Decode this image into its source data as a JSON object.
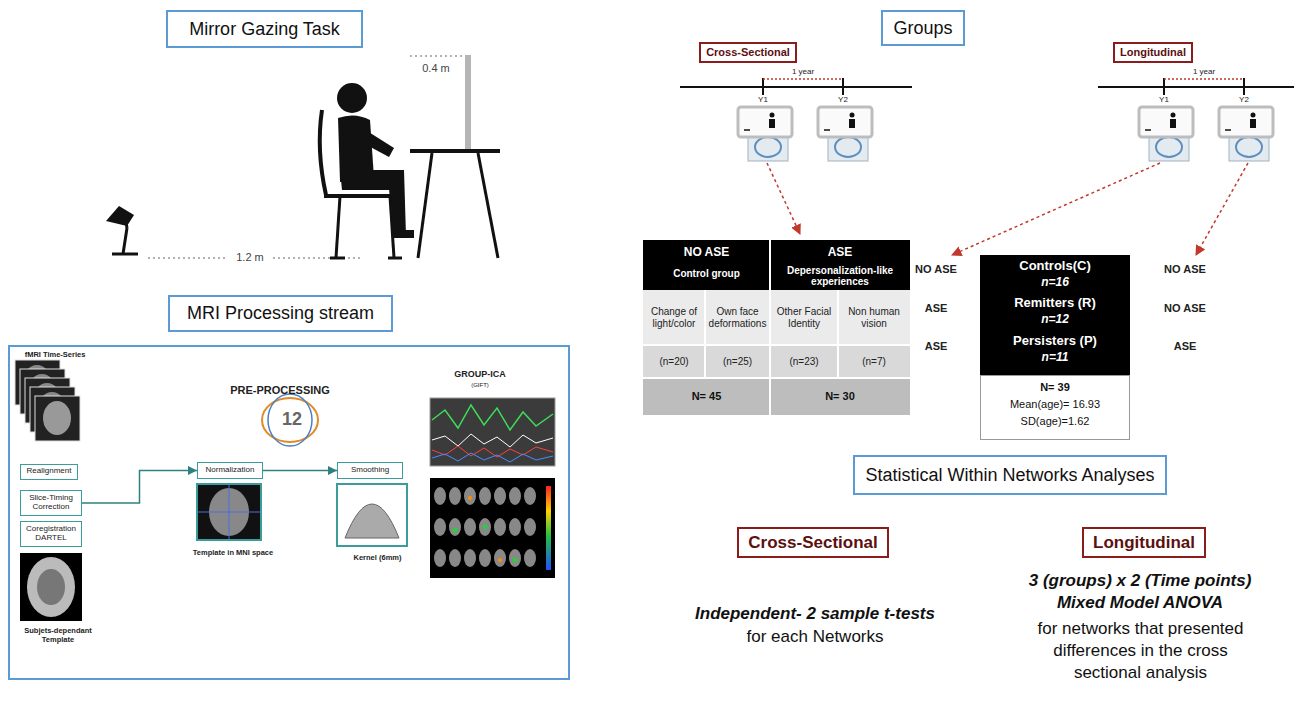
{
  "diagram": {
    "nodes": [
      {
        "text": [
          "Mirror Gazing Task"
        ]
      },
      {
        "text": [
          "Groups"
        ]
      },
      {
        "text": [
          "Cross-Sectional"
        ]
      },
      {
        "text": [
          "Longitudinal"
        ]
      },
      {
        "text": [
          "MRI Processing stream"
        ]
      },
      {
        "text": [
          "fMRI Time-Series",
          "PRE-PROCESSING",
          "12",
          "Subjets-dependant Template",
          "Template in MNI space",
          "Kernel (6mm)",
          "GROUP-ICA",
          "(GIFT)"
        ]
      },
      {
        "text": [
          "Realignment"
        ],
        "in": 5
      },
      {
        "text": [
          "Slice-Timing Correction"
        ],
        "in": 5
      },
      {
        "text": [
          "Coregistration DARTEL"
        ],
        "in": 5
      },
      {
        "text": [
          "Normalization"
        ],
        "in": 5
      },
      {
        "text": [
          "Smoothing"
        ],
        "in": 5
      },
      {
        "text": [
          "Controls(C)",
          "n=16",
          "Remitters (R)",
          "n=12",
          "Persisters (P)",
          "n=11"
        ]
      },
      {
        "text": [
          "N= 39",
          "Mean(age)= 16.93",
          "SD(age)=1.62"
        ]
      },
      {
        "text": [
          "Statistical Within Networks Analyses"
        ]
      },
      {
        "text": [
          "Cross-Sectional"
        ]
      },
      {
        "text": [
          "Longitudinal"
        ]
      }
    ],
    "edges": [
      {
        "from": 7,
        "to": 9,
        "arrow": "to"
      },
      {
        "from": 9,
        "to": 10,
        "arrow": "to"
      }
    ],
    "labels": [
      "0.4 m",
      "1.2 m",
      "1 year",
      "Y1",
      "Y2",
      "1 year",
      "Y1",
      "Y2",
      "NO ASE",
      "Control group",
      "ASE",
      "Depersonalization-like experiences",
      "Change of light/color",
      "Own face deformations",
      "Other Facial Identity",
      "Non human vision",
      "(n=20)",
      "(n=25)",
      "(n=23)",
      "(n=7)",
      "N= 45",
      "N= 30",
      "NO ASE",
      "ASE",
      "ASE",
      "NO ASE",
      "NO ASE",
      "ASE",
      "Independent- 2 sample t-tests",
      "for each Networks",
      "3 (groups) x 2 (Time points) Mixed Model ANOVA",
      "for networks that presented differences in the cross sectional analysis"
    ]
  }
}
